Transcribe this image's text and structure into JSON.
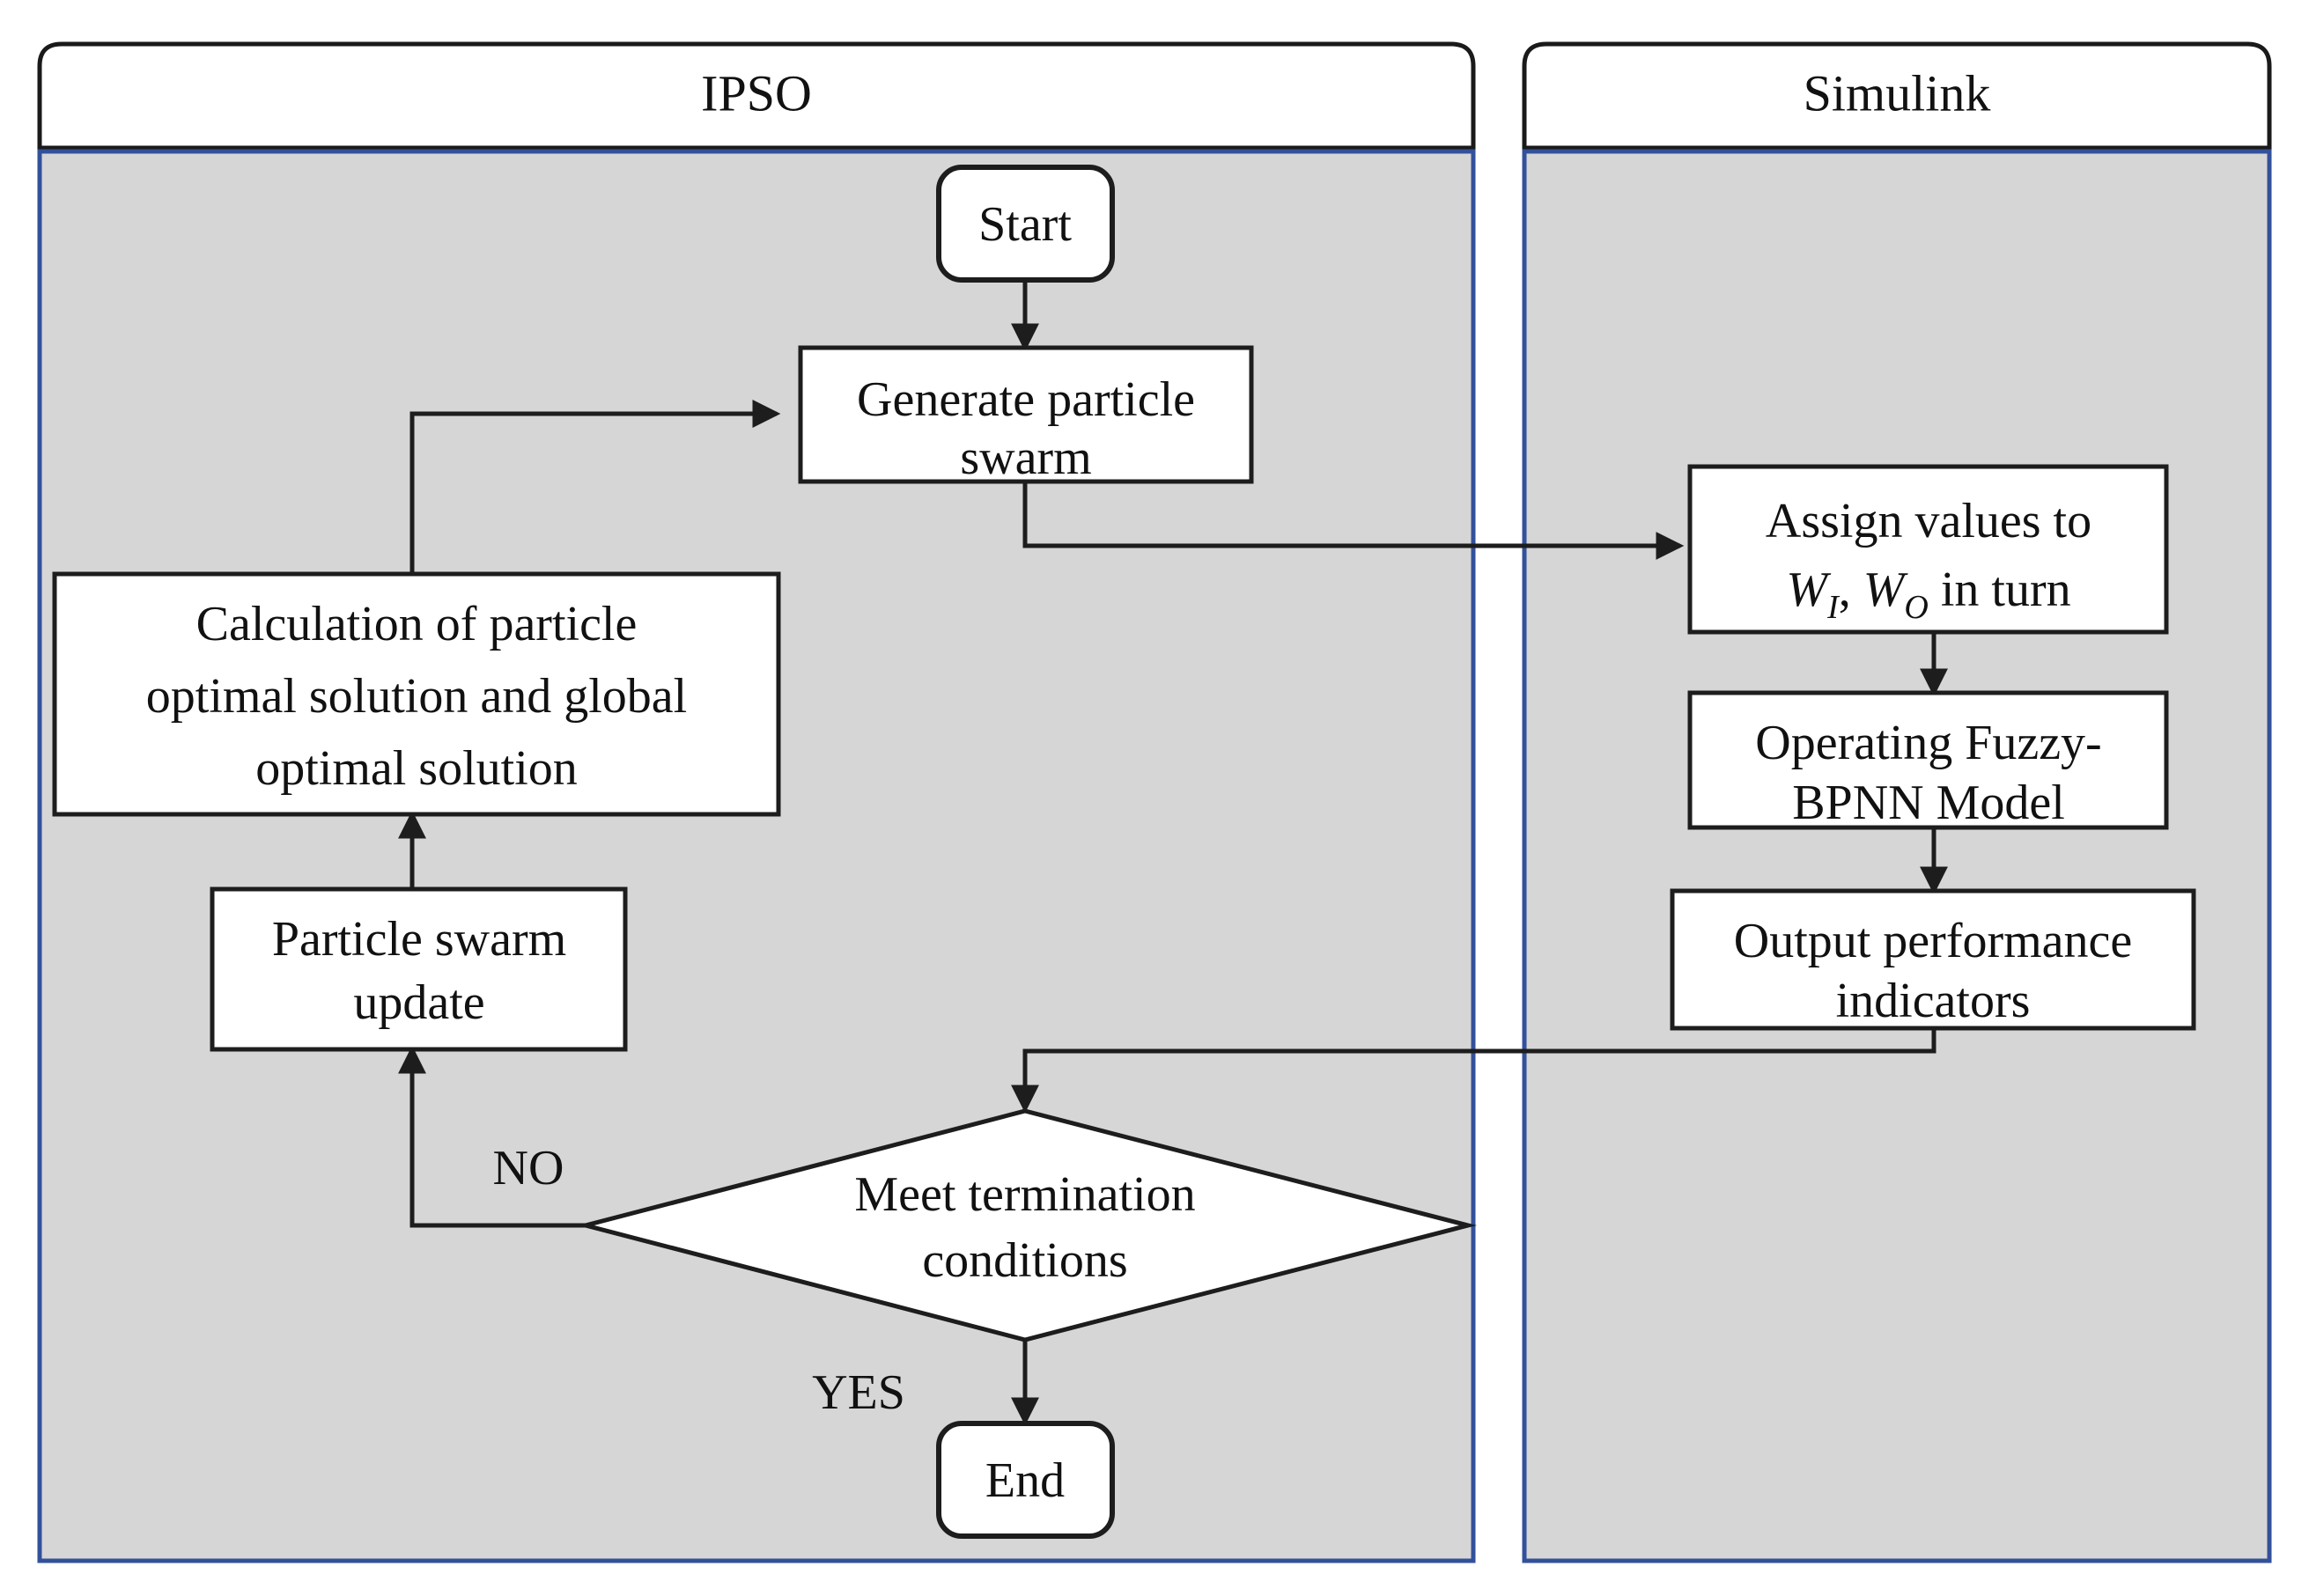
{
  "diagram": {
    "type": "flowchart",
    "panels": [
      {
        "id": "ipso",
        "title": "IPSO"
      },
      {
        "id": "simulink",
        "title": "Simulink"
      }
    ],
    "nodes": [
      {
        "id": "start",
        "label": "Start",
        "shape": "rounded-rectangle",
        "panel": "ipso"
      },
      {
        "id": "generate",
        "label_line1": "Generate particle",
        "label_line2": "swarm",
        "shape": "rectangle",
        "panel": "ipso"
      },
      {
        "id": "calculation",
        "label_line1": "Calculation of particle",
        "label_line2": "optimal solution and global",
        "label_line3": "optimal solution",
        "shape": "rectangle",
        "panel": "ipso"
      },
      {
        "id": "update",
        "label_line1": "Particle swarm",
        "label_line2": "update",
        "shape": "rectangle",
        "panel": "ipso"
      },
      {
        "id": "decision",
        "label_line1": "Meet termination",
        "label_line2": "conditions",
        "shape": "diamond",
        "panel": "ipso"
      },
      {
        "id": "end",
        "label": "End",
        "shape": "rounded-rectangle",
        "panel": "ipso"
      },
      {
        "id": "assign",
        "label_line1": "Assign values to",
        "label_line2_pre": "W",
        "label_line2_sub1": "I",
        "label_line2_mid": ", ",
        "label_line2_w2": "W",
        "label_line2_sub2": "O",
        "label_line2_post": " in turn",
        "shape": "rectangle",
        "panel": "simulink"
      },
      {
        "id": "fuzzy",
        "label_line1": "Operating Fuzzy-",
        "label_line2": "BPNN Model",
        "shape": "rectangle",
        "panel": "simulink"
      },
      {
        "id": "output",
        "label_line1": "Output performance",
        "label_line2": "indicators",
        "shape": "rectangle",
        "panel": "simulink"
      }
    ],
    "edge_labels": {
      "no": "NO",
      "yes": "YES"
    },
    "edges": [
      {
        "from": "start",
        "to": "generate",
        "label": ""
      },
      {
        "from": "generate",
        "to": "assign",
        "label": ""
      },
      {
        "from": "assign",
        "to": "fuzzy",
        "label": ""
      },
      {
        "from": "fuzzy",
        "to": "output",
        "label": ""
      },
      {
        "from": "output",
        "to": "decision",
        "label": ""
      },
      {
        "from": "decision",
        "to": "update",
        "label": "NO"
      },
      {
        "from": "update",
        "to": "calculation",
        "label": ""
      },
      {
        "from": "calculation",
        "to": "generate",
        "label": ""
      },
      {
        "from": "decision",
        "to": "end",
        "label": "YES"
      }
    ],
    "colors": {
      "panel_body_fill": "#d6d6d6",
      "panel_body_border": "#33519b",
      "node_fill": "#ffffff",
      "line": "#1d1d1d",
      "text": "#111111"
    }
  }
}
